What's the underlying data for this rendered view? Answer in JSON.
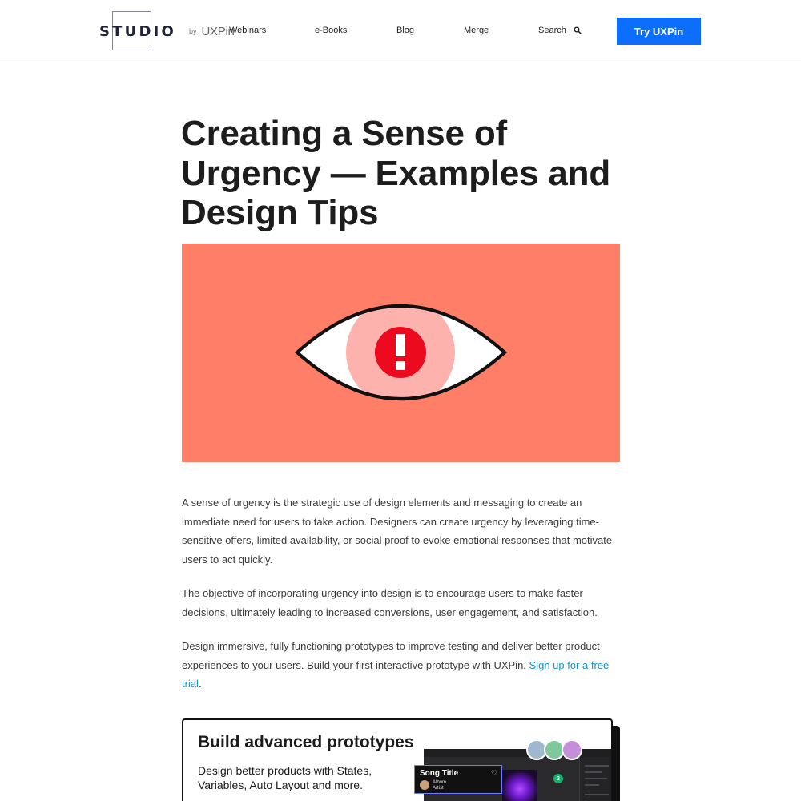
{
  "header": {
    "logo": {
      "studio": "STUDIO",
      "by": "by",
      "brand": "UXPin"
    },
    "nav": [
      {
        "id": "webinars",
        "label": "Webinars"
      },
      {
        "id": "ebooks",
        "label": "e-Books"
      },
      {
        "id": "blog",
        "label": "Blog"
      },
      {
        "id": "merge",
        "label": "Merge"
      }
    ],
    "search_label": "Search",
    "cta_label": "Try UXPin"
  },
  "article": {
    "title": "Creating a Sense of Urgency — Examples and Design Tips",
    "hero": {
      "icon": "alert-eye-icon",
      "background": "#fe7e68",
      "iris": "#fdb2ad",
      "alert": "#ec0b1e"
    },
    "p1": "A sense of urgency is the strategic use of design elements and messaging to create an immediate need for users to take action. Designers can create urgency by leveraging time-sensitive offers, limited availability, or social proof to evoke emotional responses that motivate users to act quickly.",
    "p2": "The objective of incorporating urgency into design is to encourage users to make faster decisions, ultimately leading to increased conversions, user engagement, and satisfaction.",
    "p3_text": "Design immersive, fully functioning prototypes to improve testing and deliver better product experiences to your users. Build your first interactive prototype with UXPin. ",
    "p3_link": "Sign up for a free trial",
    "p3_end": "."
  },
  "promo": {
    "title": "Build advanced prototypes",
    "description": "Design better products with States, Variables, Auto Layout and more.",
    "mock": {
      "song_title": "Song Title",
      "album": "Album",
      "artist": "Artist",
      "badge": "2"
    }
  },
  "colors": {
    "accent": "#0d6efd",
    "link": "#1a93c7"
  }
}
